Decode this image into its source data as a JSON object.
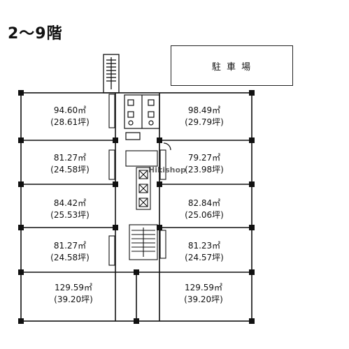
{
  "floor_label": "2～9階",
  "parking_label": "駐 車 場",
  "watermark": "Hikishop",
  "units": [
    {
      "id": "left-1",
      "area": "94.60㎡",
      "tsubo": "(28.61坪)"
    },
    {
      "id": "right-1",
      "area": "98.49㎡",
      "tsubo": "(29.79坪)"
    },
    {
      "id": "left-2",
      "area": "81.27㎡",
      "tsubo": "(24.58坪)"
    },
    {
      "id": "right-2",
      "area": "79.27㎡",
      "tsubo": "(23.98坪)"
    },
    {
      "id": "left-3",
      "area": "84.42㎡",
      "tsubo": "(25.53坪)"
    },
    {
      "id": "right-3",
      "area": "82.84㎡",
      "tsubo": "(25.06坪)"
    },
    {
      "id": "left-4",
      "area": "81.27㎡",
      "tsubo": "(24.58坪)"
    },
    {
      "id": "right-4",
      "area": "81.23㎡",
      "tsubo": "(24.57坪)"
    },
    {
      "id": "left-5",
      "area": "129.59㎡",
      "tsubo": "(39.20坪)"
    },
    {
      "id": "right-5",
      "area": "129.59㎡",
      "tsubo": "(39.20坪)"
    }
  ]
}
